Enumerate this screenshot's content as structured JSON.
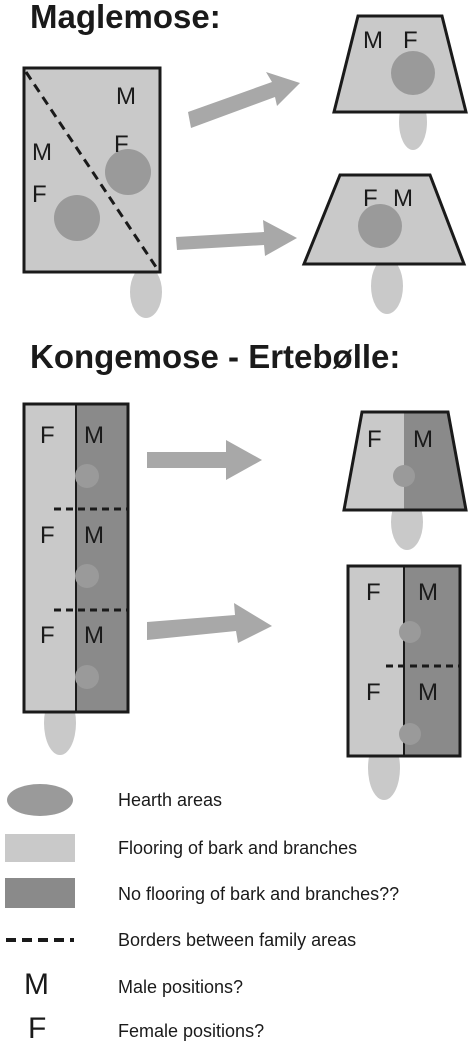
{
  "sections": {
    "maglemose": {
      "title": "Maglemose:"
    },
    "kongemose": {
      "title": "Kongemose - Ertebølle:"
    }
  },
  "position_letters": {
    "male": "M",
    "female": "F"
  },
  "legend": {
    "hearth": "Hearth areas",
    "flooring": "Flooring of bark and branches",
    "no_flooring": "No flooring of bark and branches??",
    "borders": "Borders between family areas",
    "male_symbol": "M",
    "male": "Male positions?",
    "female_symbol": "F",
    "female": "Female positions?"
  },
  "colors": {
    "flooring": "#c9c9c9",
    "no_flooring": "#8a8a8a",
    "hearth": "#9a9a9a",
    "arrow": "#a8a8a8",
    "outline": "#1a1a1a"
  }
}
